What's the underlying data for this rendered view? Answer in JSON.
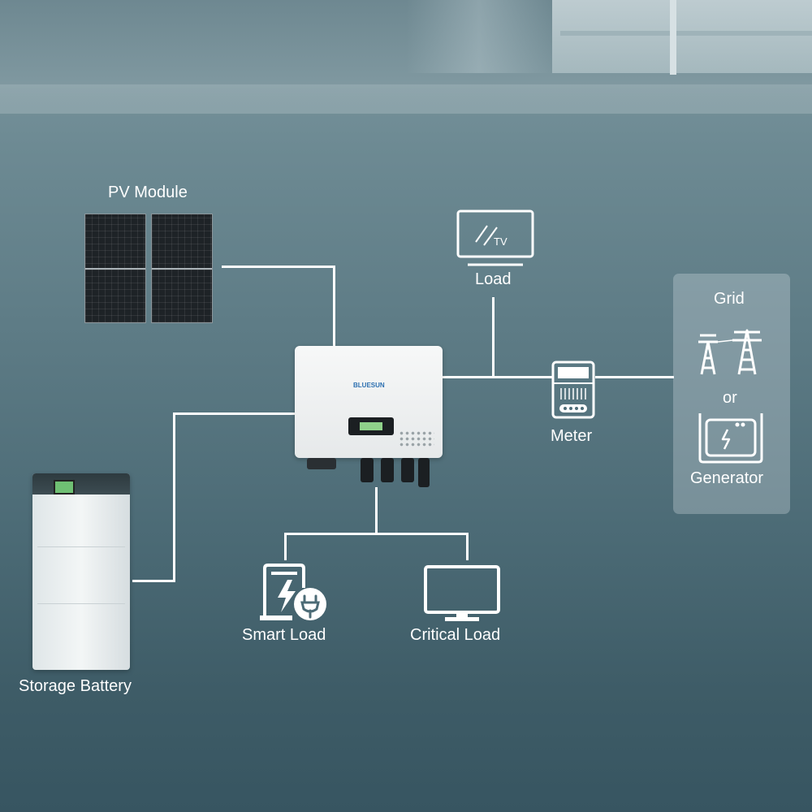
{
  "labels": {
    "pv_module": "PV Module",
    "load": "Load",
    "grid": "Grid",
    "or": "or",
    "generator": "Generator",
    "meter": "Meter",
    "smart_load": "Smart Load",
    "critical_load": "Critical Load",
    "storage_battery": "Storage Battery",
    "tv": "TV"
  },
  "icons": {
    "pv": "solar-panel-icon",
    "inverter": "hybrid-inverter-icon",
    "battery": "battery-cabinet-icon",
    "load": "tv-icon",
    "meter": "meter-icon",
    "grid": "transmission-tower-icon",
    "generator": "generator-icon",
    "smart_load": "smart-load-plug-icon",
    "critical_load": "monitor-icon"
  },
  "colors": {
    "wire": "#ffffff",
    "text": "#ffffff",
    "background": "#4c6b76"
  }
}
